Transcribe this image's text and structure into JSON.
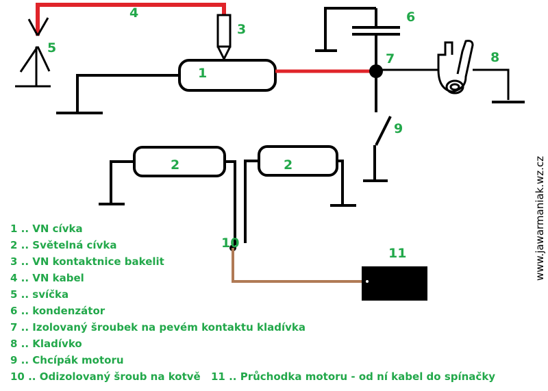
{
  "colors": {
    "wire": "#000000",
    "hv_cable": "#e0242a",
    "brown_cable": "#b07a55",
    "label": "#22a84a",
    "block": "#000000"
  },
  "labels": {
    "n1": "1",
    "n2a": "2",
    "n2b": "2",
    "n3": "3",
    "n4": "4",
    "n5": "5",
    "n6": "6",
    "n7": "7",
    "n8": "8",
    "n9": "9",
    "n10": "10",
    "n11": "11"
  },
  "legend": [
    "1 .. VN cívka",
    "2 .. Světelná cívka",
    "3 .. VN kontaktnice bakelit",
    "4 .. VN kabel",
    "5 .. svíčka",
    "6 .. kondenzátor",
    "7 .. Izolovaný šroubek na pevém kontaktu kladívka",
    "8 .. Kladívko",
    "9 .. Chcípák motoru",
    "10 .. Odizolovaný šroub na kotvě",
    "11 .. Průchodka motoru - od ní kabel do spínačky"
  ],
  "watermark": "www.jawarmaniak.wz.cz"
}
